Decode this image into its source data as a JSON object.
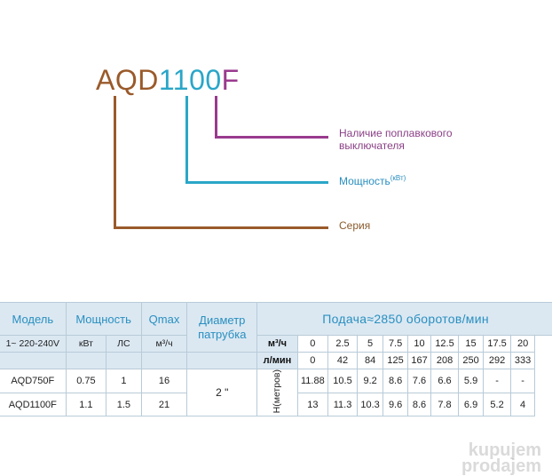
{
  "diagram": {
    "code_series": "AQD",
    "code_power": "1100",
    "code_float": "F",
    "label_float_line1": "Наличие поплавкового",
    "label_float_line2": "выключателя",
    "label_power": "Мощность",
    "label_power_unit": "(кВт)",
    "label_series": "Серия",
    "colors": {
      "series": "#9a5a2a",
      "power": "#2aa6c8",
      "float": "#9a3a8e"
    }
  },
  "table": {
    "h_model": "Модель",
    "h_power": "Мощность",
    "h_qmax": "Qmax",
    "h_diam_line1": "Диаметр",
    "h_diam_line2": "патрубка",
    "h_flow": "Подача≈2850 оборотов/мин",
    "voltage": "1~ 220-240V",
    "unit_kw": "кВт",
    "unit_hp": "ЛС",
    "unit_qmax": "м³/ч",
    "flow_unit_m3h": "м³/ч",
    "flow_unit_lmin": "л/мин",
    "flow_m3h": [
      "0",
      "2.5",
      "5",
      "7.5",
      "10",
      "12.5",
      "15",
      "17.5",
      "20"
    ],
    "flow_lmin": [
      "0",
      "42",
      "84",
      "125",
      "167",
      "208",
      "250",
      "292",
      "333"
    ],
    "diameter": "2 \"",
    "head_label": "Н(метров)",
    "rows": [
      {
        "model": "AQD750F",
        "kw": "0.75",
        "hp": "1",
        "qmax": "16",
        "heads": [
          "11.88",
          "10.5",
          "9.2",
          "8.6",
          "7.6",
          "6.6",
          "5.9",
          "-",
          "-"
        ]
      },
      {
        "model": "AQD1100F",
        "kw": "1.1",
        "hp": "1.5",
        "qmax": "21",
        "heads": [
          "13",
          "11.3",
          "10.3",
          "9.6",
          "8.6",
          "7.8",
          "6.9",
          "5.2",
          "4"
        ]
      }
    ]
  },
  "watermark": {
    "line1": "kupujem",
    "line2": "prodajem"
  }
}
